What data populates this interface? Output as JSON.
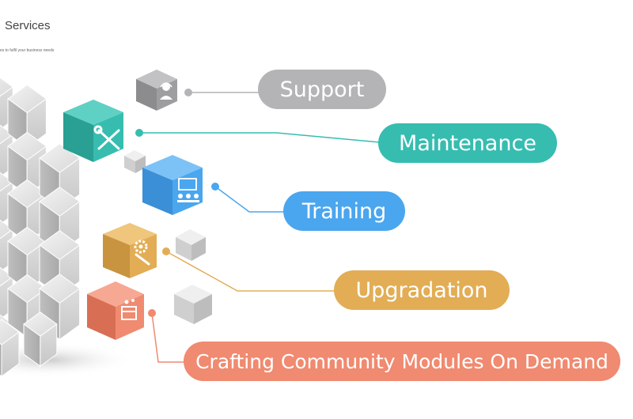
{
  "header": {
    "title": "Services",
    "subtitle": "es to fulfil your business needs"
  },
  "services": [
    {
      "label": "Support",
      "color": "#b4b4b6",
      "icon": "support-agent-icon"
    },
    {
      "label": "Maintenance",
      "color": "#36bdb0",
      "icon": "tools-icon"
    },
    {
      "label": "Training",
      "color": "#4aa6ee",
      "icon": "classroom-icon"
    },
    {
      "label": "Upgradation",
      "color": "#e2ad55",
      "icon": "gear-wrench-icon"
    },
    {
      "label": "Crafting Community Modules On Demand",
      "color": "#f08a70",
      "icon": "module-box-icon"
    }
  ]
}
